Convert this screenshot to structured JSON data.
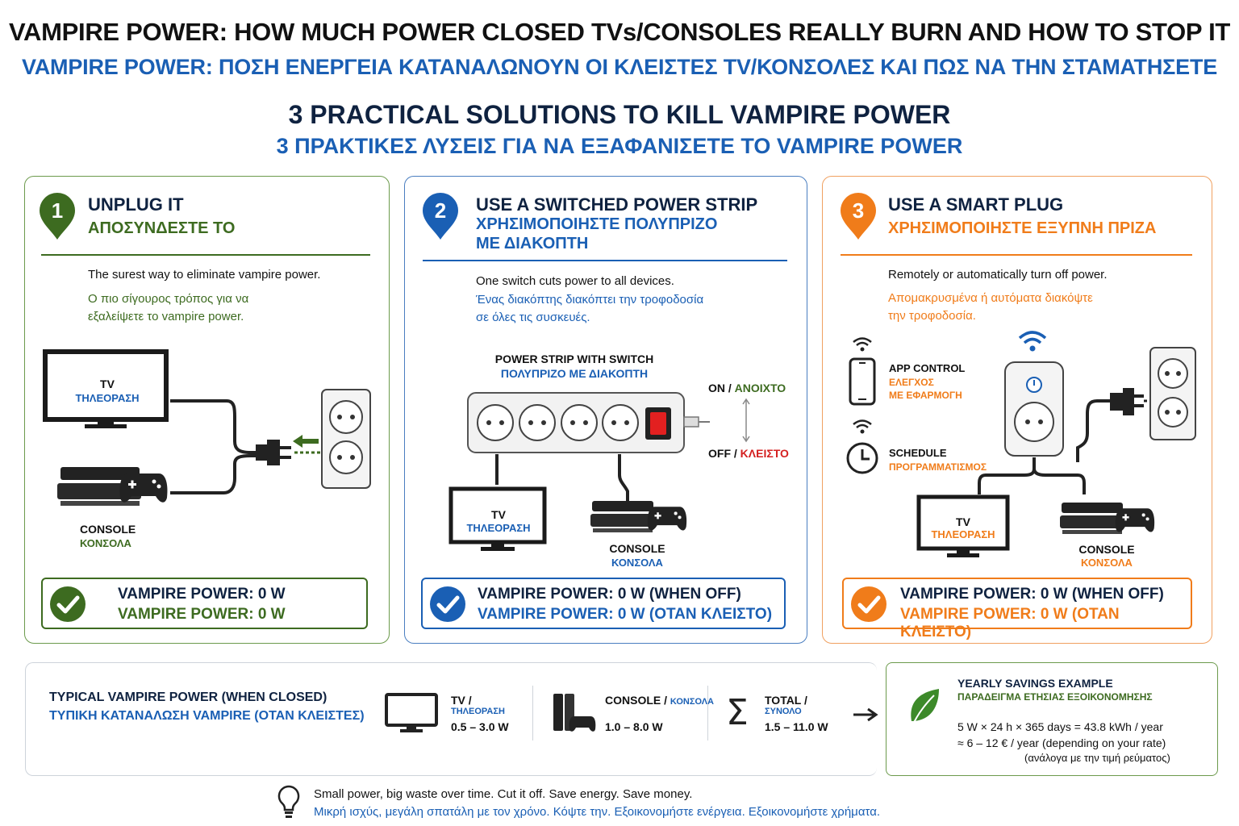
{
  "title": {
    "en": "VAMPIRE POWER: HOW MUCH POWER CLOSED TVs/CONSOLES REALLY BURN AND HOW TO STOP IT",
    "gr": "VAMPIRE POWER: ΠΟΣΗ ΕΝΕΡΓΕΙΑ ΚΑΤΑΝΑΛΩΝΟΥΝ ΟΙ ΚΛΕΙΣΤΕΣ TV/ΚΟΝΣΟΛΕΣ ΚΑΙ ΠΩΣ ΝΑ ΤΗΝ ΣΤΑΜΑΤΗΣΕΤΕ"
  },
  "subtitle": {
    "en": "3 PRACTICAL SOLUTIONS TO KILL VAMPIRE POWER",
    "gr": "3 ΠΡΑΚΤΙΚΕΣ ΛΥΣΕΙΣ ΓΙΑ ΝΑ ΕΞΑΦΑΝΙΣΕΤΕ ΤΟ VAMPIRE POWER"
  },
  "colors": {
    "green": "#3d6b20",
    "blue": "#1a5fb4",
    "orange": "#f07c1a",
    "navy": "#0f2240",
    "red": "#d42020"
  },
  "panel1": {
    "number": "1",
    "title_en": "UNPLUG IT",
    "title_gr": "ΑΠΟΣΥΝΔΕΣΤΕ ΤΟ",
    "desc_en": "The surest way to eliminate vampire power.",
    "desc_gr_1": "Ο πιο σίγουρος τρόπος για να",
    "desc_gr_2": "εξαλείψετε το vampire power.",
    "tv_en": "TV",
    "tv_gr": "ΤΗΛΕΟΡΑΣΗ",
    "console_en": "CONSOLE",
    "console_gr": "ΚΟΝΣΟΛΑ",
    "result_en": "VAMPIRE POWER: 0 W",
    "result_gr": "VAMPIRE POWER: 0 W"
  },
  "panel2": {
    "number": "2",
    "title_en": "USE A SWITCHED POWER STRIP",
    "title_gr_1": "ΧΡΗΣΙΜΟΠΟΙΗΣΤΕ ΠΟΛΥΠΡΙΖΟ",
    "title_gr_2": "ΜΕ ΔΙΑΚΟΠΤΗ",
    "desc_en": "One switch cuts power to all devices.",
    "desc_gr_1": "Ένας διακόπτης διακόπτει την τροφοδοσία",
    "desc_gr_2": "σε όλες τις συσκευές.",
    "strip_en": "POWER STRIP WITH SWITCH",
    "strip_gr": "ΠΟΛΥΠΡΙΖΟ ΜΕ ΔΙΑΚΟΠΤΗ",
    "on_en": "ON /",
    "on_gr": "ΑΝΟΙΧΤΟ",
    "off_en": "OFF /",
    "off_gr": "ΚΛΕΙΣΤΟ",
    "tv_en": "TV",
    "tv_gr": "ΤΗΛΕΟΡΑΣΗ",
    "console_en": "CONSOLE",
    "console_gr": "ΚΟΝΣΟΛΑ",
    "result_en": "VAMPIRE POWER: 0 W (WHEN OFF)",
    "result_gr": "VAMPIRE POWER: 0 W (ΟΤΑΝ ΚΛΕΙΣΤΟ)"
  },
  "panel3": {
    "number": "3",
    "title_en": "USE A SMART PLUG",
    "title_gr": "ΧΡΗΣΙΜΟΠΟΙΗΣΤΕ ΕΞΥΠΝΗ ΠΡΙΖΑ",
    "desc_en": "Remotely or automatically turn off power.",
    "desc_gr_1": "Απομακρυσμένα ή αυτόματα διακόψτε",
    "desc_gr_2": "την τροφοδοσία.",
    "app_en": "APP CONTROL",
    "app_gr_1": "ΕΛΕΓΧΟΣ",
    "app_gr_2": "ΜΕ ΕΦΑΡΜΟΓΗ",
    "schedule_en": "SCHEDULE",
    "schedule_gr": "ΠΡΟΓΡΑΜΜΑΤΙΣΜΟΣ",
    "tv_en": "TV",
    "tv_gr": "ΤΗΛΕΟΡΑΣΗ",
    "console_en": "CONSOLE",
    "console_gr": "ΚΟΝΣΟΛΑ",
    "result_en": "VAMPIRE POWER: 0 W (WHEN OFF)",
    "result_gr": "VAMPIRE POWER: 0 W (ΟΤΑΝ ΚΛΕΙΣΤΟ)"
  },
  "typical": {
    "heading_en": "TYPICAL VAMPIRE POWER (WHEN CLOSED)",
    "heading_gr": "ΤΥΠΙΚΗ ΚΑΤΑΝΑΛΩΣΗ VAMPIRE (ΟΤΑΝ ΚΛΕΙΣΤΕΣ)",
    "tv_label": "TV /",
    "tv_gr": "ΤΗΛΕΟΡΑΣΗ",
    "tv_value": "0.5 – 3.0 W",
    "console_label": "CONSOLE /",
    "console_gr": "ΚΟΝΣΟΛΑ",
    "console_value": "1.0 – 8.0 W",
    "total_label": "TOTAL /",
    "total_gr": "ΣΥΝΟΛΟ",
    "total_value": "1.5 – 11.0 W"
  },
  "yearly": {
    "heading_en": "YEARLY SAVINGS EXAMPLE",
    "heading_gr": "ΠΑΡΑΔΕΙΓΜΑ ΕΤΗΣΙΑΣ ΕΞΟΙΚΟΝΟΜΗΣΗΣ",
    "calc": "5 W × 24 h × 365 days = 43.8 kWh / year",
    "cost": "≈ 6 – 12 € / year (depending on your rate)",
    "cost_gr": "(ανάλογα με την τιμή ρεύματος)"
  },
  "footer": {
    "en": "Small power, big waste over time. Cut it off. Save energy. Save money.",
    "gr": "Μικρή ισχύς, μεγάλη σπατάλη με τον χρόνο. Κόψτε την. Εξοικονομήστε ενέργεια. Εξοικονομήστε χρήματα."
  },
  "icons": [
    "pin-icon",
    "tv-icon",
    "console-icon",
    "gamepad-icon",
    "plug-icon",
    "wall-socket-icon",
    "power-strip-icon",
    "smartphone-icon",
    "wifi-icon",
    "clock-icon",
    "smart-plug-icon",
    "checkmark-icon",
    "sigma-icon",
    "arrow-right-icon",
    "leaf-icon",
    "lightbulb-icon"
  ]
}
